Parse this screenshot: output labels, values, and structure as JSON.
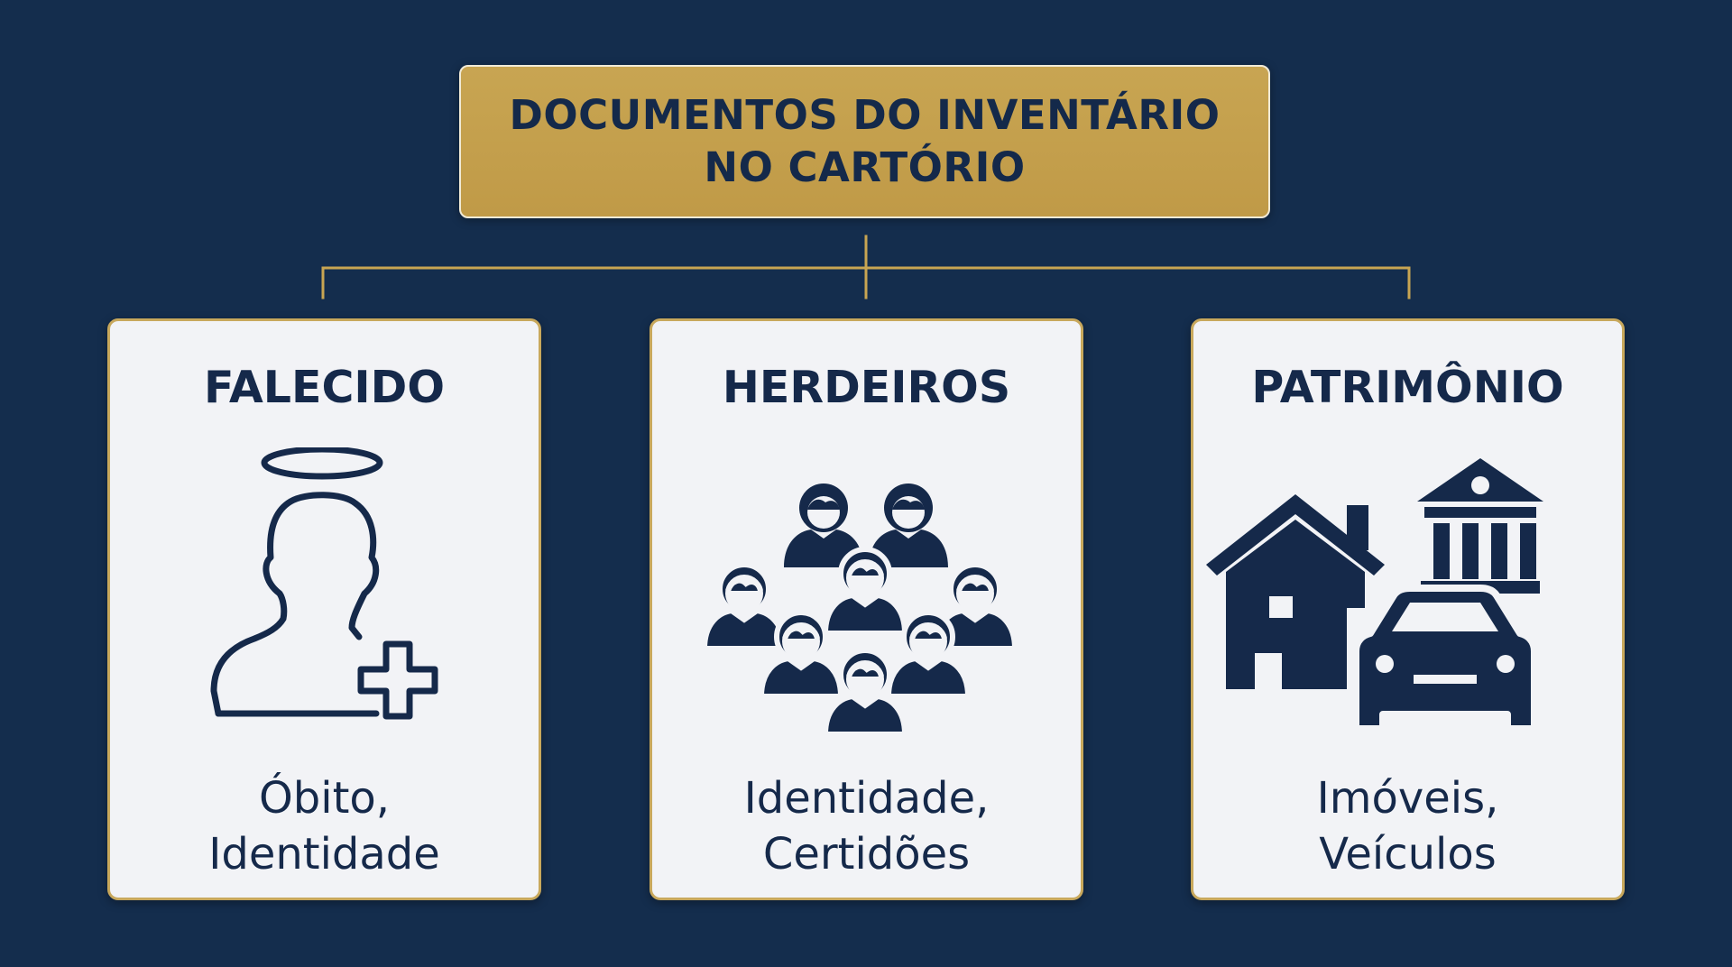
{
  "colors": {
    "background": "#142d4d",
    "accent_gold": "#c8a552",
    "card_background": "#f2f3f6",
    "card_border": "#c8a85c",
    "text_navy": "#15294a"
  },
  "root": {
    "title_line1": "DOCUMENTOS DO INVENTÁRIO",
    "title_line2": "NO CARTÓRIO"
  },
  "cards": [
    {
      "heading": "FALECIDO",
      "icon": "deceased-person-halo-cross-icon",
      "desc_line1": "Óbito,",
      "desc_line2": "Identidade"
    },
    {
      "heading": "HERDEIROS",
      "icon": "group-of-people-icon",
      "desc_line1": "Identidade,",
      "desc_line2": "Certidões"
    },
    {
      "heading": "PATRIMÔNIO",
      "icon": "house-bank-car-icon",
      "desc_line1": "Imóveis,",
      "desc_line2": "Veículos"
    }
  ]
}
